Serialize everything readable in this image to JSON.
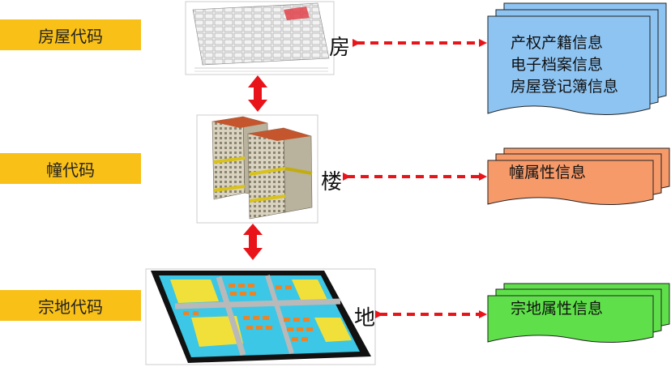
{
  "levels": [
    {
      "code_label": "房屋代码",
      "side_char": "房",
      "info_lines": [
        "产权产籍信息",
        "电子档案信息",
        "房屋登记簿信息"
      ],
      "doc_color": "#8ec4f2"
    },
    {
      "code_label": "幢代码",
      "side_char": "楼",
      "info_lines": [
        "幢属性信息"
      ],
      "doc_color": "#f79a6a"
    },
    {
      "code_label": "宗地代码",
      "side_char": "地",
      "info_lines": [
        "宗地属性信息"
      ],
      "doc_color": "#5fe04a"
    }
  ],
  "colors": {
    "arrow": "#e8141a",
    "label_bg": "#f9c017"
  }
}
